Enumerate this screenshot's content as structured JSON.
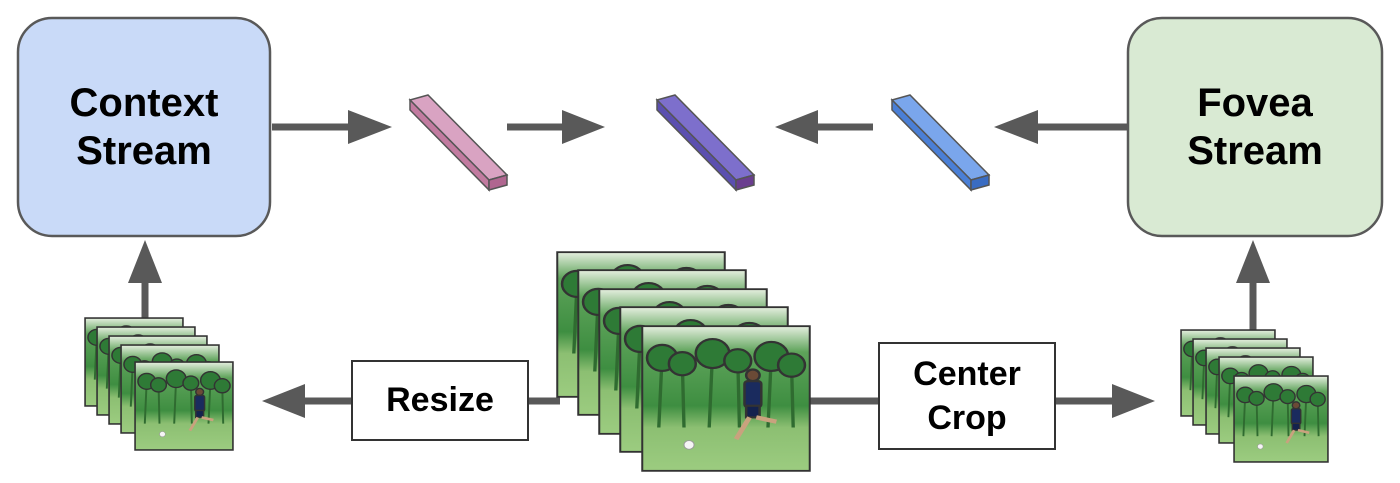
{
  "diagram": {
    "context_stream": {
      "line1": "Context",
      "line2": "Stream",
      "fill": "#c9daf8",
      "stroke": "#595959"
    },
    "fovea_stream": {
      "line1": "Fovea",
      "line2": "Stream",
      "fill": "#d9ead3",
      "stroke": "#595959"
    },
    "resize": {
      "label": "Resize"
    },
    "center_crop": {
      "line1": "Center",
      "line2": "Crop"
    },
    "arrow_color": "#595959",
    "tokens": [
      {
        "name": "context-token",
        "color": "#c27ba0"
      },
      {
        "name": "fused-token",
        "color": "#5b4fb0"
      },
      {
        "name": "fovea-token",
        "color": "#4a7fd6"
      }
    ],
    "frame_colors": {
      "grass": "#7fb069",
      "trees": "#3e8e41",
      "sky": "#e8f0e0",
      "player": "#1a2b5e"
    }
  }
}
